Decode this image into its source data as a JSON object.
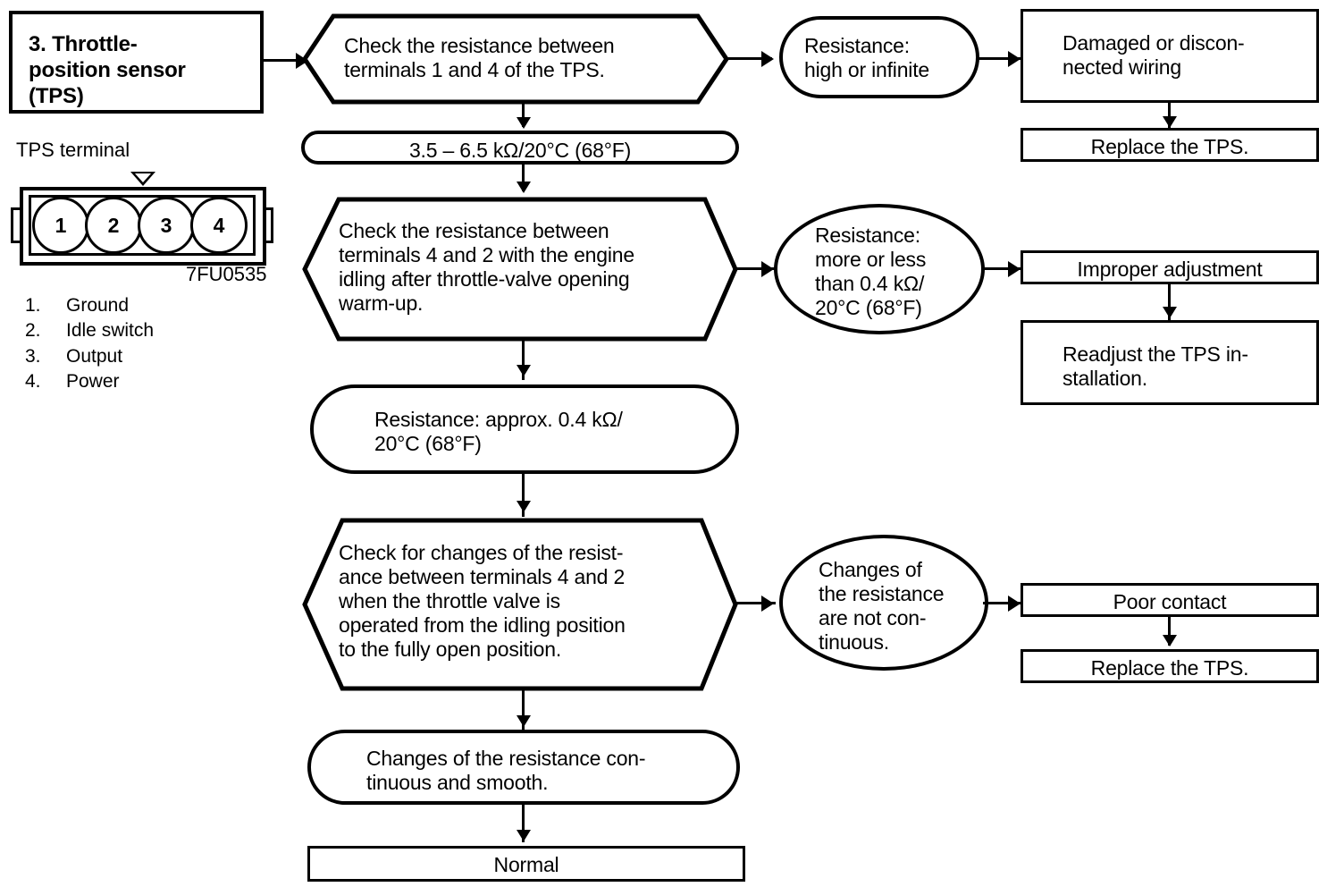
{
  "diagram": {
    "title_block": {
      "label": "3. Throttle-\n    position sensor\n    (TPS)"
    },
    "connector": {
      "caption": "TPS terminal",
      "code": "7FU0535",
      "pins": [
        "1",
        "2",
        "3",
        "4"
      ],
      "legend": [
        {
          "num": "1.",
          "label": "Ground"
        },
        {
          "num": "2.",
          "label": "Idle switch"
        },
        {
          "num": "3.",
          "label": "Output"
        },
        {
          "num": "4.",
          "label": "Power"
        }
      ]
    },
    "main_flow": [
      {
        "id": "check1",
        "shape": "hexagon",
        "label": "Check the resistance between\nterminals 1 and 4 of the TPS."
      },
      {
        "id": "spec1",
        "shape": "pill",
        "label": "3.5 – 6.5 kΩ/20°C (68°F)"
      },
      {
        "id": "check2",
        "shape": "hexagon",
        "label": "Check the resistance between\nterminals 4 and 2 with the engine\nidling after throttle-valve opening\nwarm-up."
      },
      {
        "id": "spec2",
        "shape": "pill",
        "label": "Resistance: approx. 0.4 kΩ/\n20°C (68°F)"
      },
      {
        "id": "check3",
        "shape": "hexagon",
        "label": "Check for changes of the resist-\nance between terminals 4 and 2\nwhen the throttle valve is\noperated from the idling position\nto the fully open position."
      },
      {
        "id": "spec3",
        "shape": "pill",
        "label": "Changes of the resistance con-\ntinuous and smooth."
      },
      {
        "id": "normal",
        "shape": "rect",
        "label": "Normal"
      }
    ],
    "branches": [
      {
        "id": "branch1",
        "condition": {
          "shape": "pill",
          "label": "Resistance:\nhigh or infinite"
        },
        "cause": {
          "shape": "rect",
          "label": "Damaged or discon-\nnected wiring"
        },
        "remedy": {
          "shape": "rect",
          "label": "Replace the TPS."
        }
      },
      {
        "id": "branch2",
        "condition": {
          "shape": "ellipse",
          "label": "Resistance:\nmore or less\nthan 0.4 kΩ/\n20°C (68°F)"
        },
        "cause": {
          "shape": "rect",
          "label": "Improper adjustment"
        },
        "remedy": {
          "shape": "rect",
          "label": "Readjust the TPS in-\nstallation."
        }
      },
      {
        "id": "branch3",
        "condition": {
          "shape": "ellipse",
          "label": "Changes of\nthe resistance\nare not con-\ntinuous."
        },
        "cause": {
          "shape": "rect",
          "label": "Poor contact"
        },
        "remedy": {
          "shape": "rect",
          "label": "Replace the TPS."
        }
      }
    ],
    "colors": {
      "stroke": "#000000",
      "background": "#ffffff"
    }
  }
}
